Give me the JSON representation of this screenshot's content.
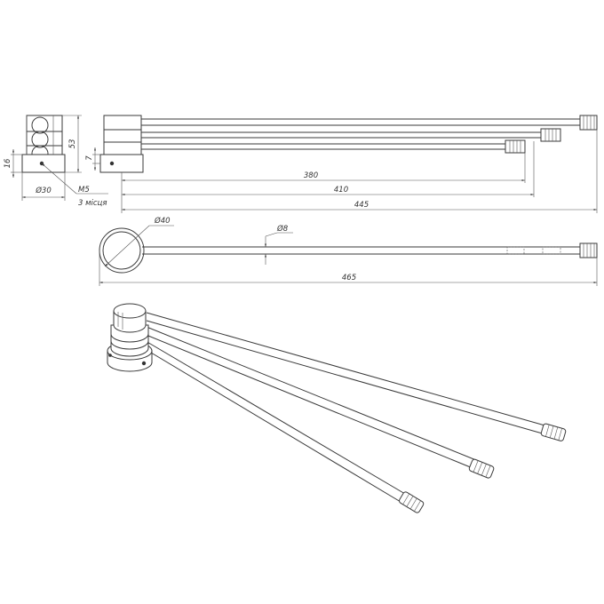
{
  "drawing": {
    "side_view": {
      "height_label": "53",
      "base_height_label": "16",
      "base_diameter_label": "Ø30",
      "screw_label": "M5",
      "screw_count_label": "3 місця",
      "hole_offset_label": "7"
    },
    "front_view": {
      "arm_lengths": [
        "380",
        "410",
        "445"
      ]
    },
    "top_view": {
      "head_diameter_label": "Ø40",
      "rod_diameter_label": "Ø8",
      "overall_length_label": "465"
    }
  }
}
